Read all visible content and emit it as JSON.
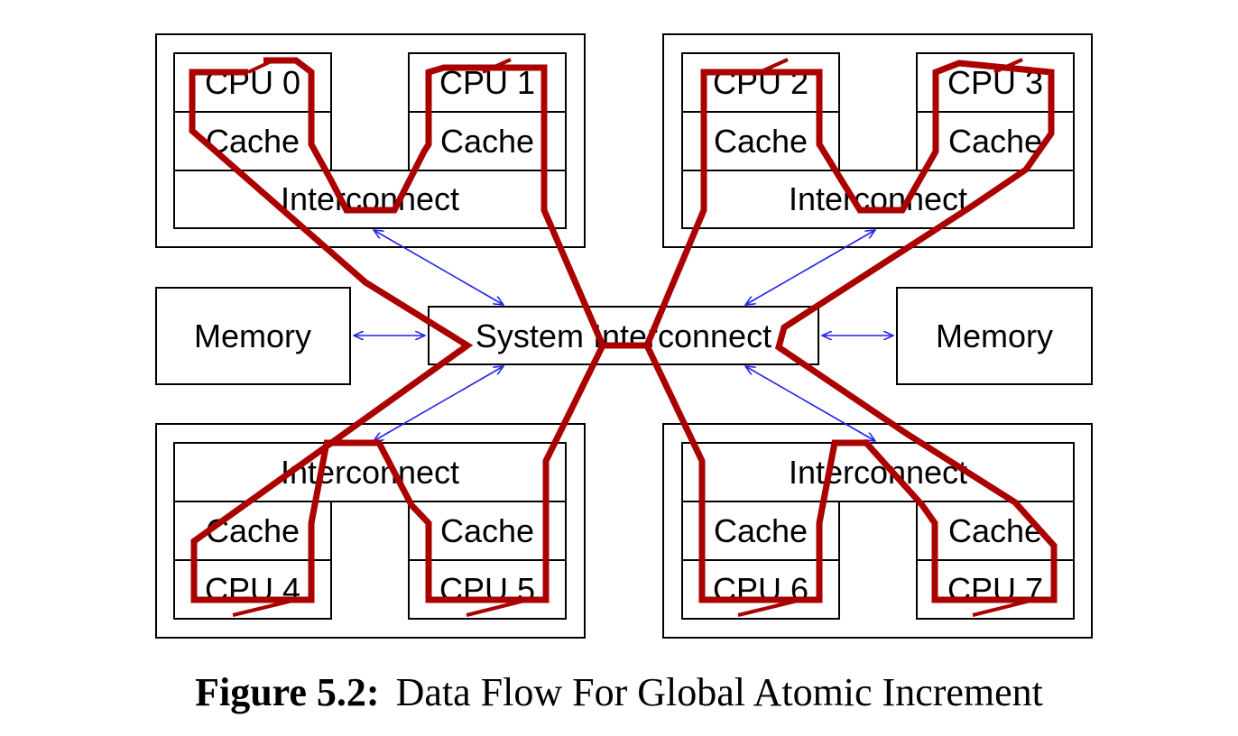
{
  "colors": {
    "path": "#aa0000",
    "arrow": "#2222ee",
    "line": "#000000"
  },
  "nodes": {
    "cpu0": "CPU 0",
    "cpu1": "CPU 1",
    "cpu2": "CPU 2",
    "cpu3": "CPU 3",
    "cpu4": "CPU 4",
    "cpu5": "CPU 5",
    "cpu6": "CPU 6",
    "cpu7": "CPU 7",
    "cache": "Cache",
    "interconnect": "Interconnect",
    "system_interconnect": "System Interconnect",
    "memory": "Memory"
  },
  "caption": {
    "label": "Figure 5.2:",
    "text": "Data Flow For Global Atomic Increment"
  }
}
